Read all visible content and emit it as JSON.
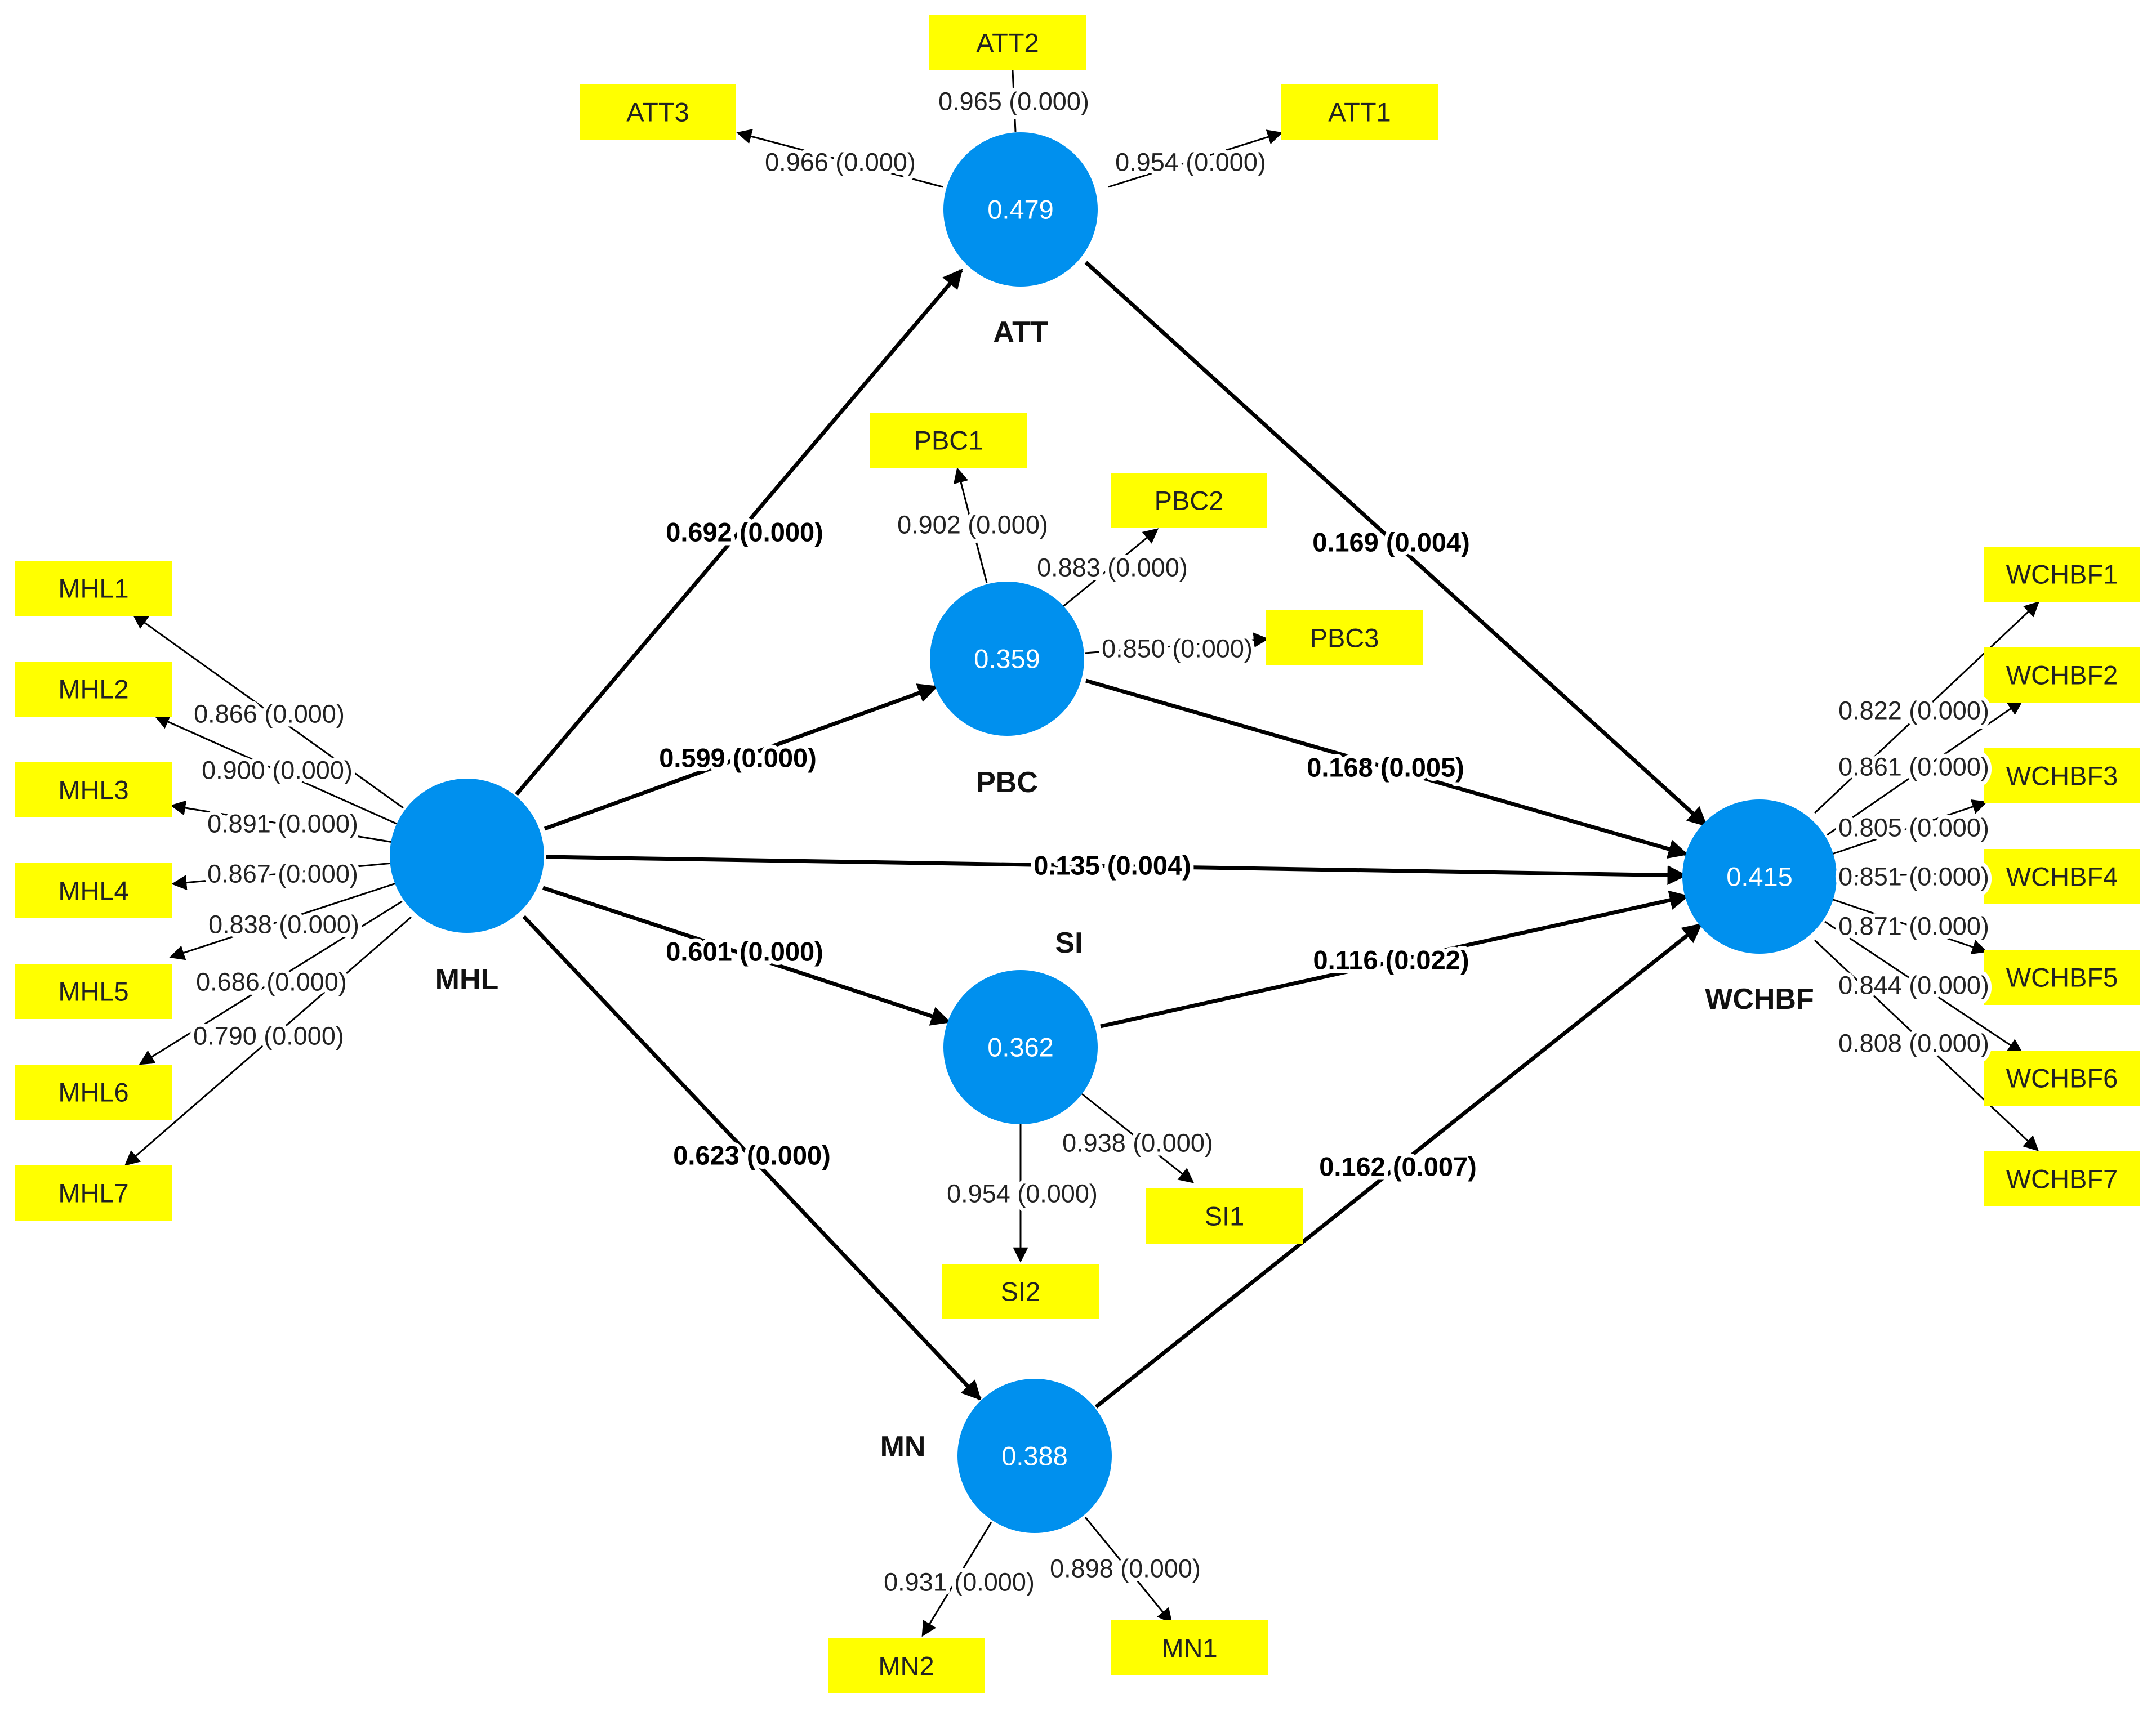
{
  "colors": {
    "latent": "#0090ee",
    "indicator": "#ffff00",
    "line": "#000000"
  },
  "latent": {
    "ATT": {
      "name": "ATT",
      "r2": "0.479"
    },
    "PBC": {
      "name": "PBC",
      "r2": "0.359"
    },
    "MHL": {
      "name": "MHL",
      "r2": ""
    },
    "SI": {
      "name": "SI",
      "r2": "0.362"
    },
    "MN": {
      "name": "MN",
      "r2": "0.388"
    },
    "WCHBF": {
      "name": "WCHBF",
      "r2": "0.415"
    }
  },
  "indicators": {
    "ATT1": "ATT1",
    "ATT2": "ATT2",
    "ATT3": "ATT3",
    "PBC1": "PBC1",
    "PBC2": "PBC2",
    "PBC3": "PBC3",
    "MHL1": "MHL1",
    "MHL2": "MHL2",
    "MHL3": "MHL3",
    "MHL4": "MHL4",
    "MHL5": "MHL5",
    "MHL6": "MHL6",
    "MHL7": "MHL7",
    "SI1": "SI1",
    "SI2": "SI2",
    "MN1": "MN1",
    "MN2": "MN2",
    "WCHBF1": "WCHBF1",
    "WCHBF2": "WCHBF2",
    "WCHBF3": "WCHBF3",
    "WCHBF4": "WCHBF4",
    "WCHBF5": "WCHBF5",
    "WCHBF6": "WCHBF6",
    "WCHBF7": "WCHBF7"
  },
  "paths": {
    "MHL_ATT": "0.692 (0.000)",
    "MHL_PBC": "0.599 (0.000)",
    "MHL_WCHBF": "0.135 (0.004)",
    "MHL_SI": "0.601 (0.000)",
    "MHL_MN": "0.623 (0.000)",
    "ATT_WCHBF": "0.169 (0.004)",
    "PBC_WCHBF": "0.168 (0.005)",
    "SI_WCHBF": "0.116 (0.022)",
    "MN_WCHBF": "0.162 (0.007)"
  },
  "loadings": {
    "ATT1": "0.954 (0.000)",
    "ATT2": "0.965 (0.000)",
    "ATT3": "0.966 (0.000)",
    "PBC1": "0.902 (0.000)",
    "PBC2": "0.883 (0.000)",
    "PBC3": "0.850 (0.000)",
    "MHL1": "0.866 (0.000)",
    "MHL2": "0.900 (0.000)",
    "MHL3": "0.891 (0.000)",
    "MHL4": "0.867 (0.000)",
    "MHL5": "0.838 (0.000)",
    "MHL6": "0.686 (0.000)",
    "MHL7": "0.790 (0.000)",
    "SI1": "0.938 (0.000)",
    "SI2": "0.954 (0.000)",
    "MN1": "0.898 (0.000)",
    "MN2": "0.931 (0.000)",
    "WCHBF1": "0.822 (0.000)",
    "WCHBF2": "0.861 (0.000)",
    "WCHBF3": "0.805 (0.000)",
    "WCHBF4": "0.851 (0.000)",
    "WCHBF5": "0.871 (0.000)",
    "WCHBF6": "0.844 (0.000)",
    "WCHBF7": "0.808 (0.000)"
  }
}
